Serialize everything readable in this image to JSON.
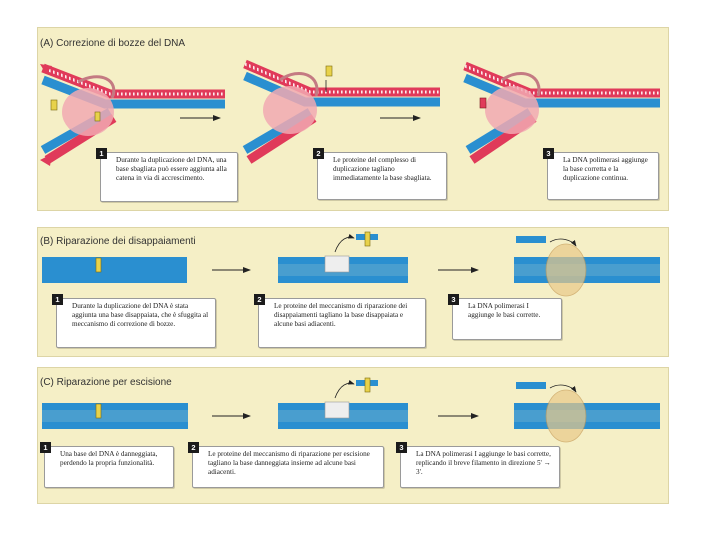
{
  "panels": [
    {
      "title": "(A) Correzione di bozze del DNA",
      "captions": [
        {
          "n": "1",
          "text": "Durante la duplicazione del DNA, una base sbagliata può essere aggiunta alla catena in via di accrescimento."
        },
        {
          "n": "2",
          "text": "Le proteine del complesso di duplicazione tagliano immediatamente la base sbagliata."
        },
        {
          "n": "3",
          "text": "La DNA polimerasi aggiunge la base corretta e la duplicazione continua."
        }
      ]
    },
    {
      "title": "(B) Riparazione dei disappaiamenti",
      "captions": [
        {
          "n": "1",
          "text": "Durante la duplicazione del DNA è stata aggiunta una base disappaiata, che è sfuggita al meccanismo di correzione di bozze."
        },
        {
          "n": "2",
          "text": "Le proteine del meccanismo di riparazione dei disappaiamenti tagliano la base disappaiata e alcune basi adiacenti."
        },
        {
          "n": "3",
          "text": "La DNA polimerasi I aggiunge le basi corrette."
        }
      ]
    },
    {
      "title": "(C) Riparazione per escisione",
      "captions": [
        {
          "n": "1",
          "text": "Una base del DNA è danneggiata, perdendo la propria funzionalità."
        },
        {
          "n": "2",
          "text": "Le proteine del meccanismo di riparazione per escisione tagliano la base danneggiata insieme ad alcune basi adiacenti."
        },
        {
          "n": "3",
          "text": "La DNA polimerasi I aggiunge le basi corrette, replicando il breve filamento in direzione 5' → 3'."
        }
      ]
    }
  ],
  "colors": {
    "panel_bg": "#f5efc6",
    "strand_blue": "#2a8fd0",
    "strand_red": "#e03a5a",
    "wrong_base": "#e8d24a",
    "polymerase": "#f0a0a8",
    "repair_protein": "#e9c98a"
  }
}
